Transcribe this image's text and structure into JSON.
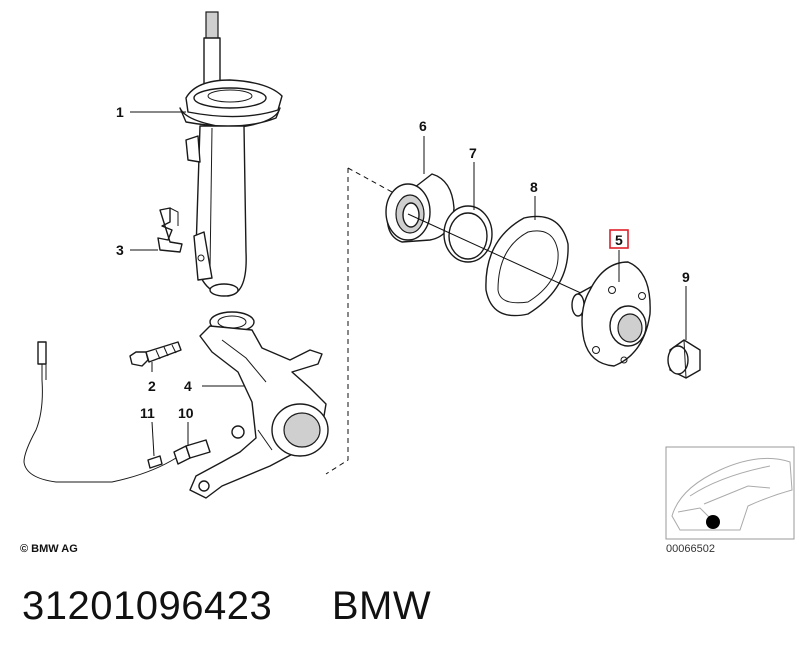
{
  "callouts": [
    "1",
    "2",
    "3",
    "4",
    "5",
    "6",
    "7",
    "8",
    "9",
    "10",
    "11"
  ],
  "highlighted_callout": "5",
  "copyright": "© BMW AG",
  "inset_id": "00066502",
  "part_number": "31201096423",
  "brand": "BMW",
  "colors": {
    "highlight": "#e0202a",
    "line": "#1a1a1a"
  }
}
